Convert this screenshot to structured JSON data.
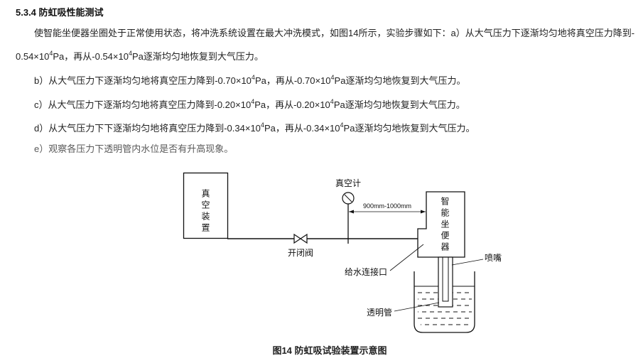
{
  "heading": "5.3.4 防虹吸性能测试",
  "body": {
    "intro_line": "使智能坐便器坐圈处于正常使用状态，将冲洗系统设置在最大冲洗模式，如图14所示，实验步骤如下：a）从大气压力下逐渐均匀地将真空压力降到-",
    "step_a_cont": [
      "0.54×10",
      "4",
      "Pa，再从-0.54×10",
      "4",
      "Pa逐渐均匀地恢复到大气压力。"
    ],
    "step_b": [
      "b）从大气压力下逐渐均匀地将真空压力降到-0.70×10",
      "4",
      "Pa，再从-0.70×10",
      "4",
      "Pa逐渐均匀地恢复到大气压力。"
    ],
    "step_c": [
      "c）从大气压力下逐渐均匀地将真空压力降到-0.20×10",
      "4",
      "Pa，再从-0.20×10",
      "4",
      "Pa逐渐均匀地恢复到大气压力。"
    ],
    "step_d": [
      "d）从大气压力下下逐渐均匀地将真空压力降到-0.34×10",
      "4",
      "Pa，再从-0.34×10",
      "4",
      "Pa逐渐均匀地恢复到大气压力。"
    ],
    "step_e": "e）观察各压力下透明管内水位是否有升高现象。"
  },
  "figure": {
    "labels": {
      "vacuum_device": "真空装置",
      "vacuum_gauge": "真空计",
      "distance": "900mm-1000mm",
      "smart_toilet": "智能坐便器",
      "on_off_valve": "开闭阀",
      "water_inlet": "给水连接口",
      "nozzle": "喷嘴",
      "transparent_tube": "透明管"
    },
    "caption": "图14 防虹吸试验装置示意图"
  }
}
